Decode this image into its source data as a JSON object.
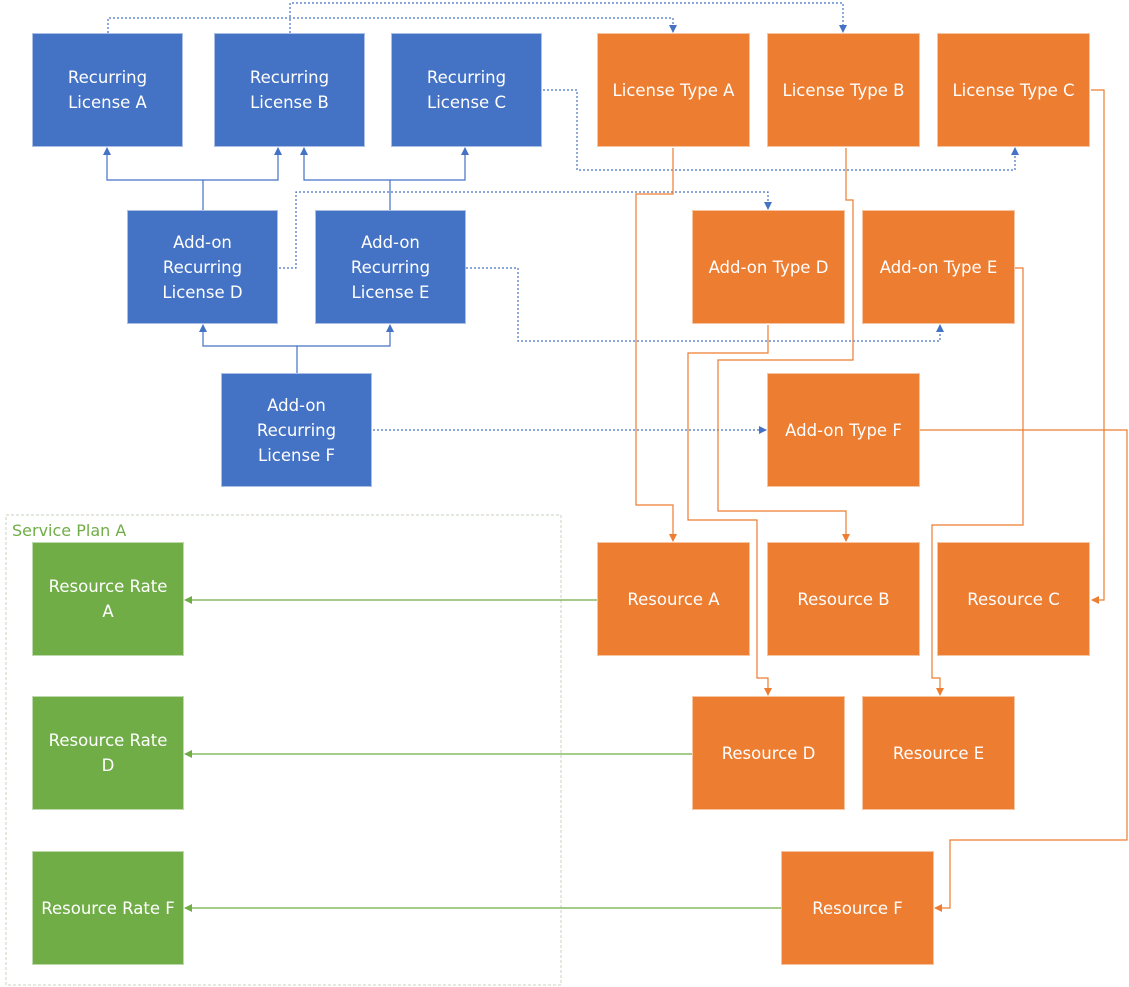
{
  "service_plan": {
    "label": "Service Plan A"
  },
  "colors": {
    "license_blue": "#4472c4",
    "type_orange": "#ed7d31",
    "rate_green": "#70ad47",
    "container_border": "#c9d3c0"
  },
  "nodes": {
    "recurring_license_a": "Recurring\nLicense A",
    "recurring_license_b": "Recurring\nLicense B",
    "recurring_license_c": "Recurring\nLicense C",
    "addon_recurring_license_d": "Add-on\nRecurring\nLicense D",
    "addon_recurring_license_e": "Add-on\nRecurring\nLicense E",
    "addon_recurring_license_f": "Add-on\nRecurring\nLicense F",
    "license_type_a": "License Type A",
    "license_type_b": "License Type B",
    "license_type_c": "License Type C",
    "addon_type_d": "Add-on Type D",
    "addon_type_e": "Add-on Type E",
    "addon_type_f": "Add-on Type F",
    "resource_a": "Resource A",
    "resource_b": "Resource B",
    "resource_c": "Resource C",
    "resource_d": "Resource D",
    "resource_e": "Resource E",
    "resource_f": "Resource F",
    "resource_rate_a": "Resource Rate\nA",
    "resource_rate_d": "Resource Rate\nD",
    "resource_rate_f": "Resource Rate F"
  }
}
